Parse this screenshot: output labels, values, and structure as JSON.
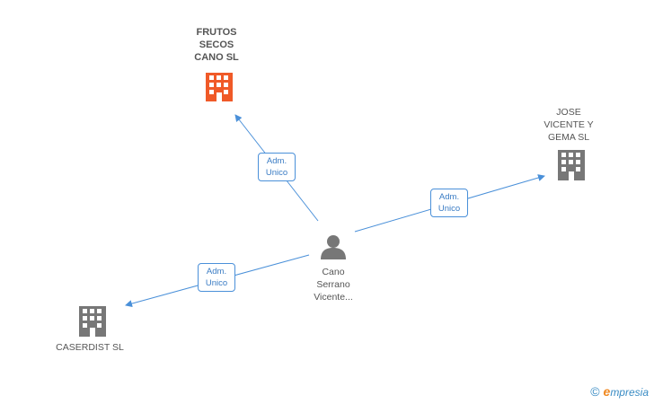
{
  "nodes": {
    "frutos": {
      "label": "FRUTOS\nSECOS\nCANO SL",
      "color": "#f05a28"
    },
    "jose": {
      "label": "JOSE\nVICENTE Y\nGEMA SL",
      "color": "#777777"
    },
    "caserdist": {
      "label": "CASERDIST SL",
      "color": "#777777"
    },
    "person": {
      "label": "Cano\nSerrano\nVicente...",
      "color": "#777777"
    }
  },
  "edges": {
    "to_frutos": {
      "line1": "Adm.",
      "line2": "Unico"
    },
    "to_jose": {
      "line1": "Adm.",
      "line2": "Unico"
    },
    "to_caserdist": {
      "line1": "Adm.",
      "line2": "Unico"
    }
  },
  "colors": {
    "edge": "#4a90d9"
  },
  "brand": {
    "copyright": "©",
    "e": "e",
    "name": "mpresia"
  }
}
